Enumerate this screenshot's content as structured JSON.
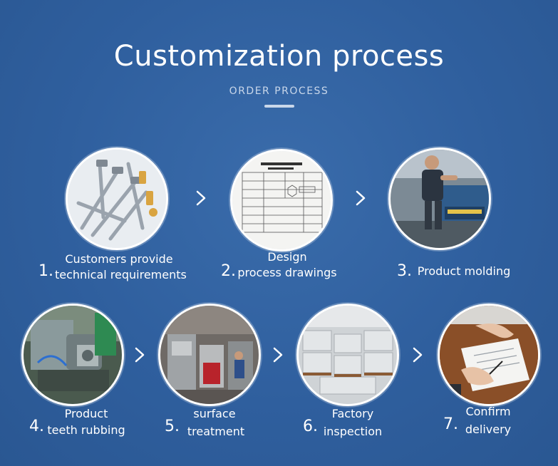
{
  "header": {
    "title": "Customization process",
    "subtitle": "ORDER PROCESS"
  },
  "colors": {
    "background": "#2f5f9e",
    "text": "#ffffff",
    "subtitle": "#c9d7ea"
  },
  "steps": [
    {
      "number": "1.",
      "line1": "Customers provide",
      "line2": "technical requirements",
      "image_icon": "screws-bolts-icon"
    },
    {
      "number": "2.",
      "line1": "Design",
      "line2": "process drawings",
      "image_icon": "technical-drawing-icon"
    },
    {
      "number": "3.",
      "line1": "",
      "line2": "Product molding",
      "image_icon": "molding-worker-icon"
    },
    {
      "number": "4.",
      "line1": "Product",
      "line2": "teeth rubbing",
      "image_icon": "thread-rolling-machine-icon"
    },
    {
      "number": "5.",
      "line1": "surface",
      "line2": "treatment",
      "image_icon": "factory-floor-icon"
    },
    {
      "number": "6.",
      "line1": "Factory",
      "line2": "inspection",
      "image_icon": "packed-pallets-icon"
    },
    {
      "number": "7.",
      "line1": "Confirm",
      "line2": "delivery",
      "image_icon": "signing-document-icon"
    }
  ],
  "arrow_icon": "chevron-right-icon"
}
